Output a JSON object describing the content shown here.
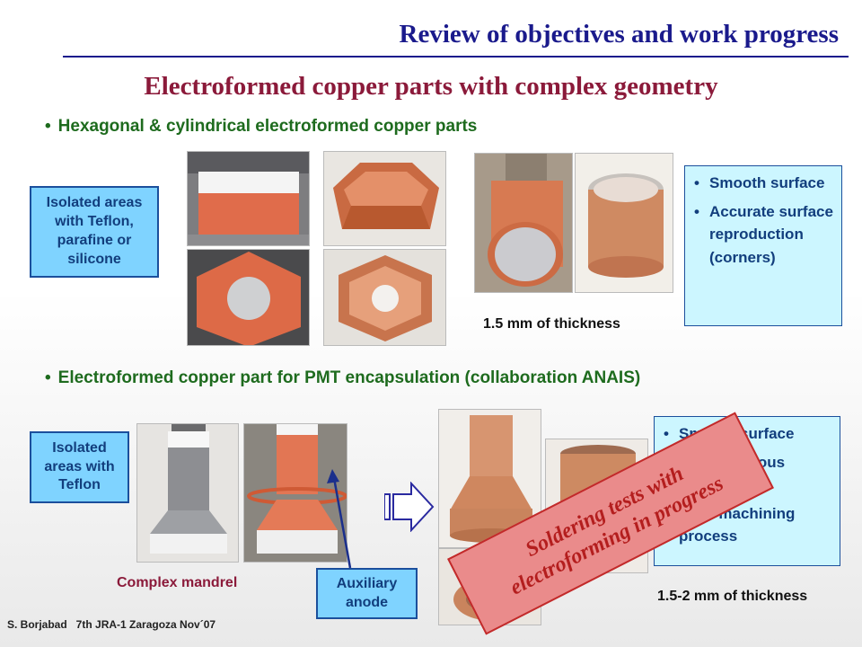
{
  "header": {
    "title": "Review of objectives and work progress"
  },
  "subtitle": "Electroformed copper parts with complex geometry",
  "section1": {
    "bullet": "Hexagonal & cylindrical electroformed copper parts",
    "callout": "Isolated areas with Teflon, parafine or silicone",
    "thickness": "1.5 mm of thickness",
    "notes": [
      "Smooth surface",
      "Accurate surface reproduction (corners)"
    ]
  },
  "section2": {
    "bullet": "Electroformed copper part for PMT encapsulation (collaboration ANAIS)",
    "callout": "Isolated areas with Teflon",
    "mandrel_caption": "Complex mandrel",
    "anode_label": "Auxiliary anode",
    "thickness": "1.5-2 mm of thickness",
    "notes": [
      "Smooth surface",
      "Homogeneous distribution",
      "Final machining process"
    ]
  },
  "stamp": {
    "line1": "Soldering tests with",
    "line2": "electroforming in progress"
  },
  "footer": "S. Borjabad   7th JRA-1 Zaragoza Nov´07",
  "colors": {
    "title": "#1a1a8c",
    "subtitle": "#8b1a3a",
    "bullet": "#1e6b1e",
    "callout_fill": "#7fd3ff",
    "notes_fill": "#ccf6ff",
    "stamp_fill": "#ea8b8b",
    "copper": "#d8815a"
  }
}
